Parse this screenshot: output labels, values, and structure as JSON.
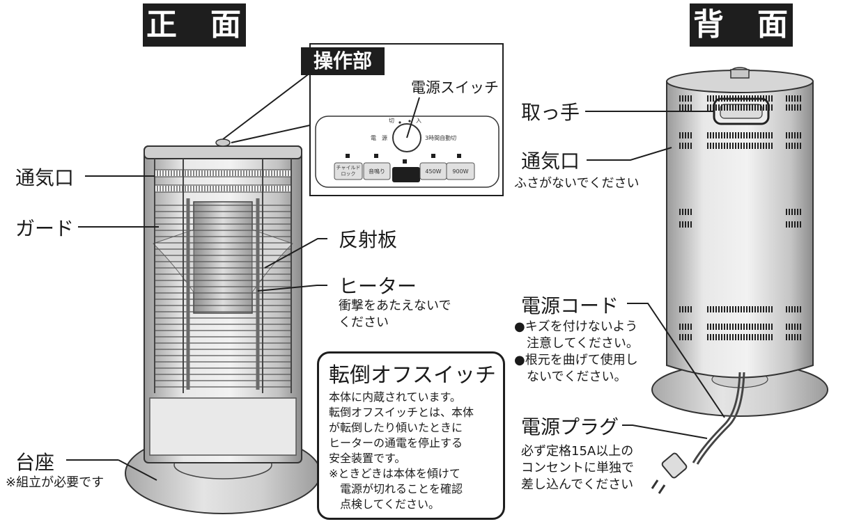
{
  "front_title": "正　面",
  "back_title": "背　面",
  "control_panel": {
    "title": "操作部",
    "power_switch_label": "電源スイッチ",
    "dial_off": "切",
    "dial_on": "入",
    "power_text": "電　源",
    "auto_off": "3時間自動切",
    "buttons": [
      {
        "label": "チャイルド\nロック"
      },
      {
        "label": "音鳴り"
      },
      {
        "label": ""
      },
      {
        "label": "450W"
      },
      {
        "label": "900W"
      }
    ]
  },
  "front_labels": {
    "vent": "通気口",
    "guard": "ガード",
    "reflector": "反射板",
    "heater": "ヒーター",
    "heater_note": "衝撃をあたえないで\nください",
    "base": "台座",
    "base_note": "※組立が必要です"
  },
  "tipover": {
    "title": "転倒オフスイッチ",
    "lines": [
      "本体に内蔵されています。",
      "転倒オフスイッチとは、本体",
      "が転倒したり傾いたときに",
      "ヒーターの通電を停止する",
      "安全装置です。",
      "※ときどきは本体を傾けて",
      "　電源が切れることを確認",
      "　点検してください。"
    ]
  },
  "back_labels": {
    "handle": "取っ手",
    "vent": "通気口",
    "vent_note": "ふさがないでください",
    "cord": "電源コード",
    "cord_notes": [
      "●キズを付けないよう",
      "　注意してください。",
      "●根元を曲げて使用し",
      "　ないでください。"
    ],
    "plug": "電源プラグ",
    "plug_notes": [
      "必ず定格15A以上の",
      "コンセントに単独で",
      "差し込んでください"
    ]
  },
  "colors": {
    "dark": "#1e1e1e",
    "metal_light": "#e6e6e6",
    "metal_mid": "#b9b9b9",
    "metal_dark": "#8a8a8a"
  }
}
